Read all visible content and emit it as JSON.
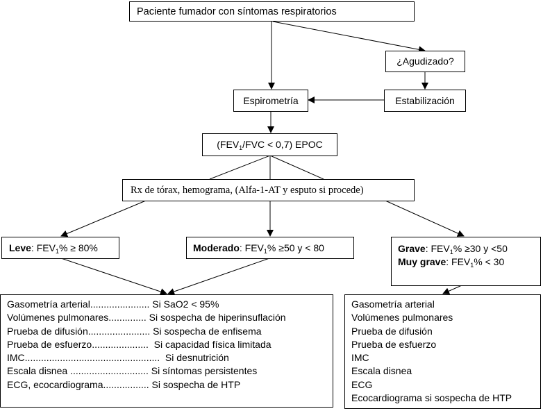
{
  "diagram": {
    "title_node": "Paciente fumador con síntomas respiratorios",
    "agudizado_node": "¿Agudizado?",
    "estabilizacion_node": "Estabilización",
    "espirometria_node": "Espirometría",
    "epoc_node": {
      "prefix": "(FEV",
      "sub": "1",
      "suffix": "/FVC < 0,7) EPOC"
    },
    "rx_node": "Rx de tórax, hemograma, (Alfa-1-AT y esputo si procede)",
    "leve_node": {
      "label": "Leve",
      "text_a": ": FEV",
      "sub": "1",
      "text_b": "% ≥ 80%"
    },
    "moderado_node": {
      "label": "Moderado",
      "text_a": ": FEV",
      "sub": "1",
      "text_b": "%  ≥50 y < 80"
    },
    "grave_node": {
      "grave_label": "Grave",
      "grave_text_a": ": FEV",
      "grave_sub": "1",
      "grave_text_b": "%  ≥30 y <50",
      "muy_grave_label": "Muy grave",
      "muy_grave_text_a": ": FEV",
      "muy_grave_sub": "1",
      "muy_grave_text_b": "% < 30"
    },
    "left_list": [
      {
        "test": "Gasometría arterial......................",
        "condition": " Si SaO2 < 95%"
      },
      {
        "test": "Volúmenes pulmonares..............",
        "condition": " Si sospecha de hiperinsuflación"
      },
      {
        "test": "Prueba de difusión.......................",
        "condition": " Si sospecha de enfisema"
      },
      {
        "test": "Prueba de esfuerzo.....................",
        "condition": "  Si capacidad física limitada"
      },
      {
        "test": "IMC..................................................",
        "condition": "  Si desnutrición"
      },
      {
        "test": "Escala disnea .............................",
        "condition": " Si síntomas persistentes"
      },
      {
        "test": "ECG, ecocardiograma.................",
        "condition": " Si sospecha de HTP"
      }
    ],
    "right_list": [
      "Gasometría arterial",
      "Volúmenes pulmonares",
      "Prueba de difusión",
      "Prueba de esfuerzo",
      "IMC",
      "Escala disnea",
      "ECG",
      "Ecocardiograma si sospecha de HTP"
    ]
  }
}
